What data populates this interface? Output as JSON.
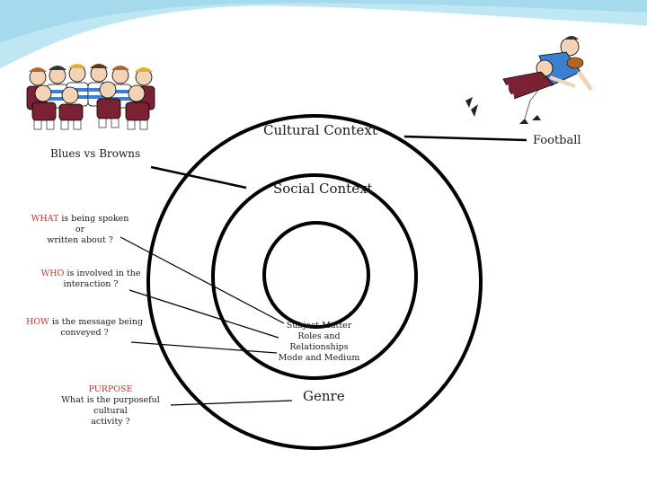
{
  "labels": {
    "cultural_context": "Cultural Context",
    "social_context": "Social Context",
    "genre": "Genre",
    "football": "Football",
    "blues_vs_browns": "Blues vs Browns"
  },
  "questions": {
    "what_hl": "WHAT",
    "what_rest_1": " is being spoken or",
    "what_rest_2": "written about ?",
    "who_hl": "WHO",
    "who_rest_1": " is involved in the",
    "who_rest_2": "interaction ?",
    "how_hl": "HOW",
    "how_rest_1": " is the message being",
    "how_rest_2": "conveyed ?",
    "purpose_hl": "PURPOSE",
    "purpose_line_1": "What is the purposeful cultural",
    "purpose_line_2": "activity ?"
  },
  "register": {
    "subject_matter": "Subject Matter",
    "roles": "Roles and Relationships",
    "mode": "Mode and Medium"
  },
  "colors": {
    "highlight": "#c0392b",
    "maroon_jersey": "#7a2233",
    "blue_jersey": "#3a7fd0",
    "banner": "#bfe6f3"
  },
  "icons": [
    "team-photo-illustration",
    "rugby-tackle-illustration"
  ]
}
